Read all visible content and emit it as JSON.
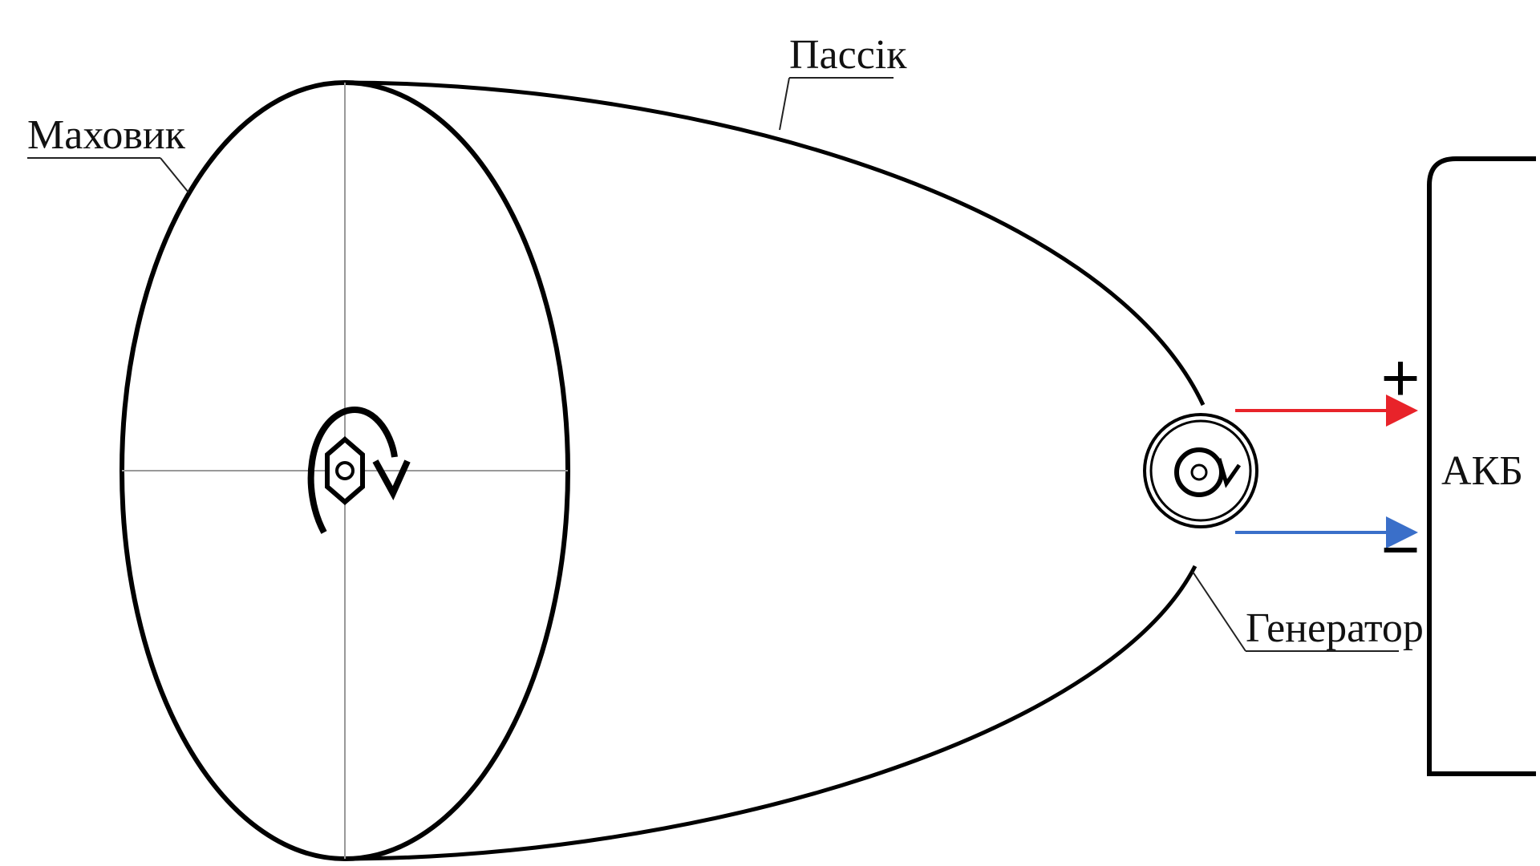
{
  "labels": {
    "flywheel": "Маховик",
    "belt": "Пассік",
    "generator": "Генератор",
    "battery": "АКБ"
  },
  "terminals": {
    "positive_sign": "+",
    "negative_sign": "−"
  },
  "colors": {
    "positive_wire": "#e8232a",
    "negative_wire": "#3a6fc9",
    "outline": "#000000",
    "axis_lines": "#999999"
  },
  "icons": {
    "flywheel_rotation": "clockwise-arrow-icon",
    "flywheel_hub": "hex-nut-icon",
    "generator_rotation": "clockwise-arrow-icon"
  }
}
